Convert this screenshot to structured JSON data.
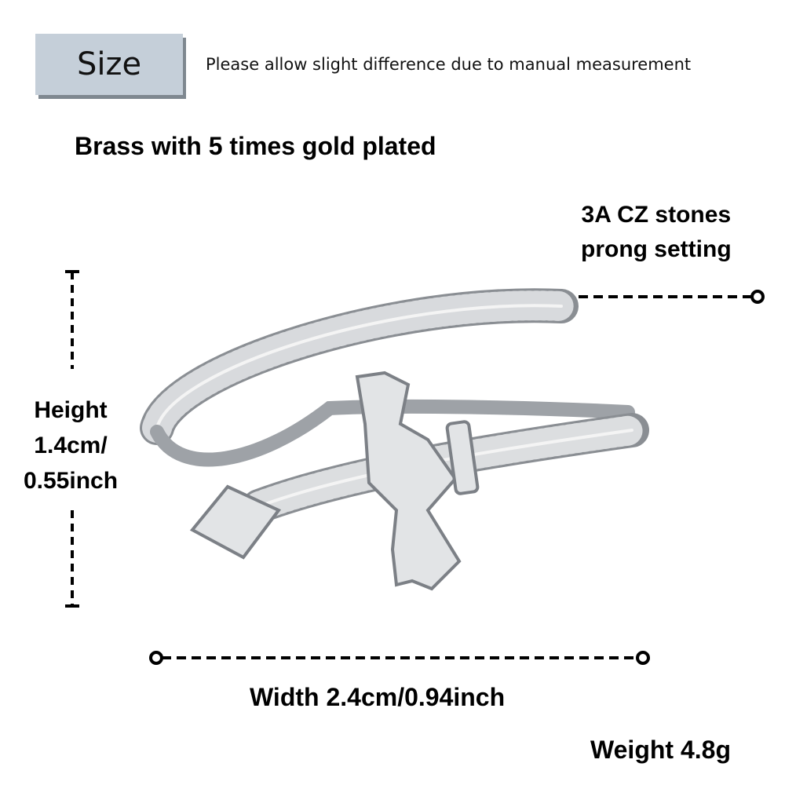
{
  "header": {
    "size_label": "Size",
    "note": "Please allow slight difference due to manual measurement"
  },
  "specs": {
    "material": "Brass with 5 times gold plated",
    "stones_line1": "3A CZ stones",
    "stones_line2": "prong setting",
    "height_line1": "Height",
    "height_line2": "1.4cm/",
    "height_line3": "0.55inch",
    "width": "Width 2.4cm/0.94inch",
    "weight": "Weight 4.8g"
  },
  "colors": {
    "size_box": "#c5cfd9",
    "size_shadow": "#7f8890",
    "metal": "#c9ccd0"
  }
}
